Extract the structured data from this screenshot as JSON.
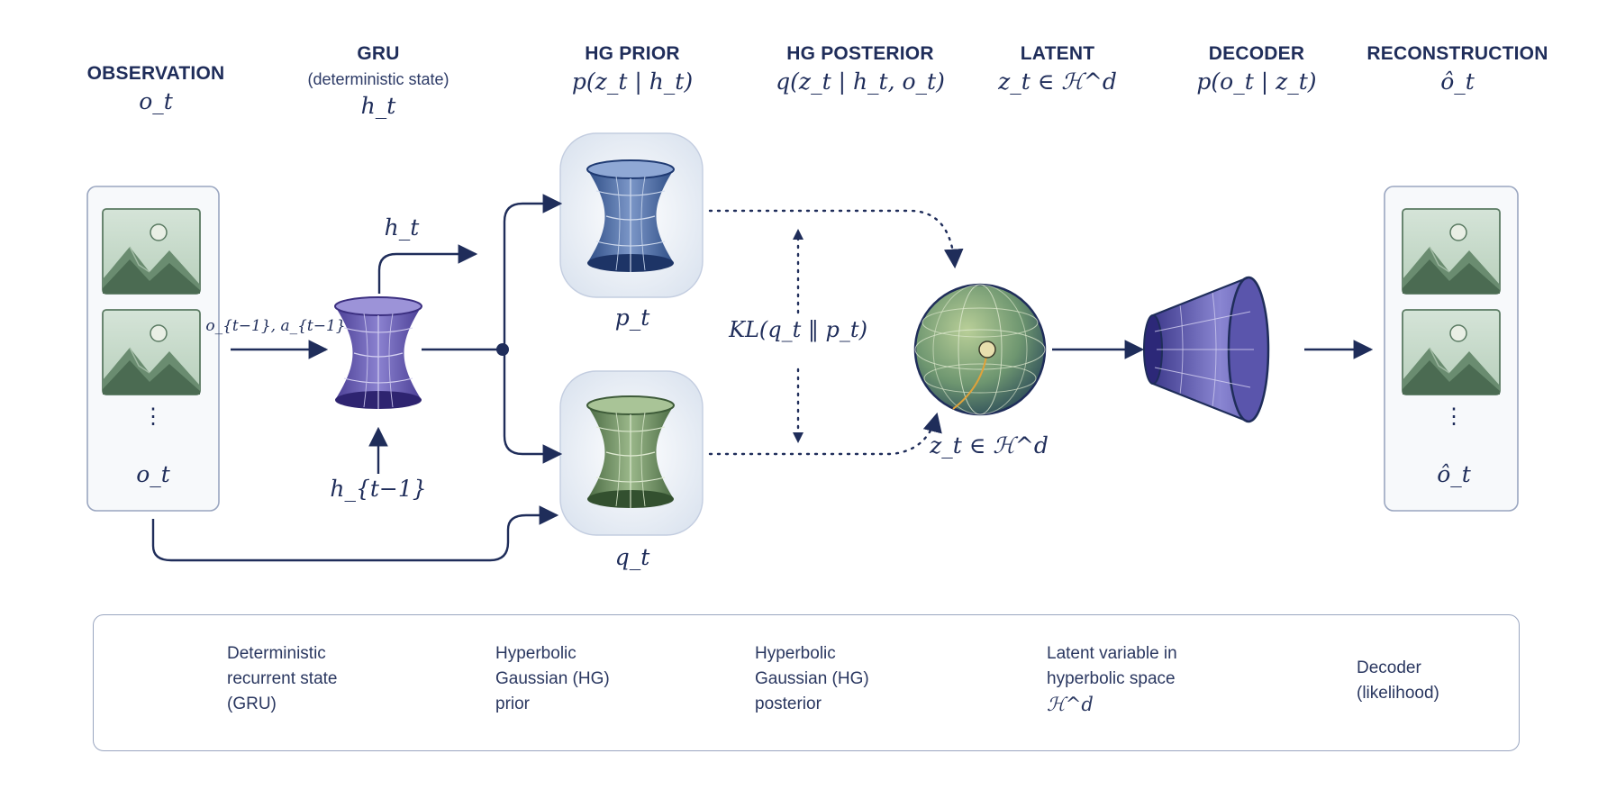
{
  "headers": {
    "observation": {
      "title": "OBSERVATION",
      "math": "o_t"
    },
    "gru": {
      "title": "GRU",
      "sub": "(deterministic state)",
      "math": "h_t"
    },
    "prior": {
      "title": "HG PRIOR",
      "math": "p(z_t | h_t)"
    },
    "posterior": {
      "title": "HG POSTERIOR",
      "math": "q(z_t | h_t, o_t)"
    },
    "latent": {
      "title": "LATENT",
      "math": "z_t ∈ ℋ^d"
    },
    "decoder": {
      "title": "DECODER",
      "math": "p(o_t | z_t)"
    },
    "reconstruction": {
      "title": "RECONSTRUCTION",
      "math": "ô_t"
    }
  },
  "labels": {
    "obs_input": "o_t",
    "obs_dots": "⋮",
    "gru_in": "o_{t−1}, a_{t−1}",
    "gru_out": "h_t",
    "gru_prev": "h_{t−1}",
    "prior_out": "p_t",
    "posterior_out": "q_t",
    "kl": "KL(q_t ‖ p_t)",
    "latent_below": "z_t ∈ ℋ^d",
    "recon_dots": "⋮",
    "recon_out": "ô_t"
  },
  "legend": {
    "gru": {
      "line1": "Deterministic",
      "line2": "recurrent state",
      "line3": "(GRU)"
    },
    "prior": {
      "line1": "Hyperbolic",
      "line2": "Gaussian (HG)",
      "line3": "prior"
    },
    "posterior": {
      "line1": "Hyperbolic",
      "line2": "Gaussian (HG)",
      "line3": "posterior"
    },
    "latent": {
      "line1": "Latent variable in",
      "line2": "hyperbolic space",
      "line3": "ℋ^d"
    },
    "decoder": {
      "line1": "Decoder",
      "line2": "(likelihood)"
    }
  },
  "colors": {
    "navy": "#1f2d5a",
    "gru_purple": "#6b5fb5",
    "prior_blue": "#4f6fa6",
    "posterior_green": "#6f9063",
    "latent_sphere": "#6e9670",
    "decoder_purple": "#6a66b8",
    "latent_point": "#e8dfae"
  },
  "icons": {
    "gru": "hyperboloid-icon",
    "prior": "hyperboloid-icon",
    "posterior": "hyperboloid-icon",
    "latent": "sphere-icon",
    "decoder": "cone-icon",
    "observation": "landscape-image-icon"
  }
}
